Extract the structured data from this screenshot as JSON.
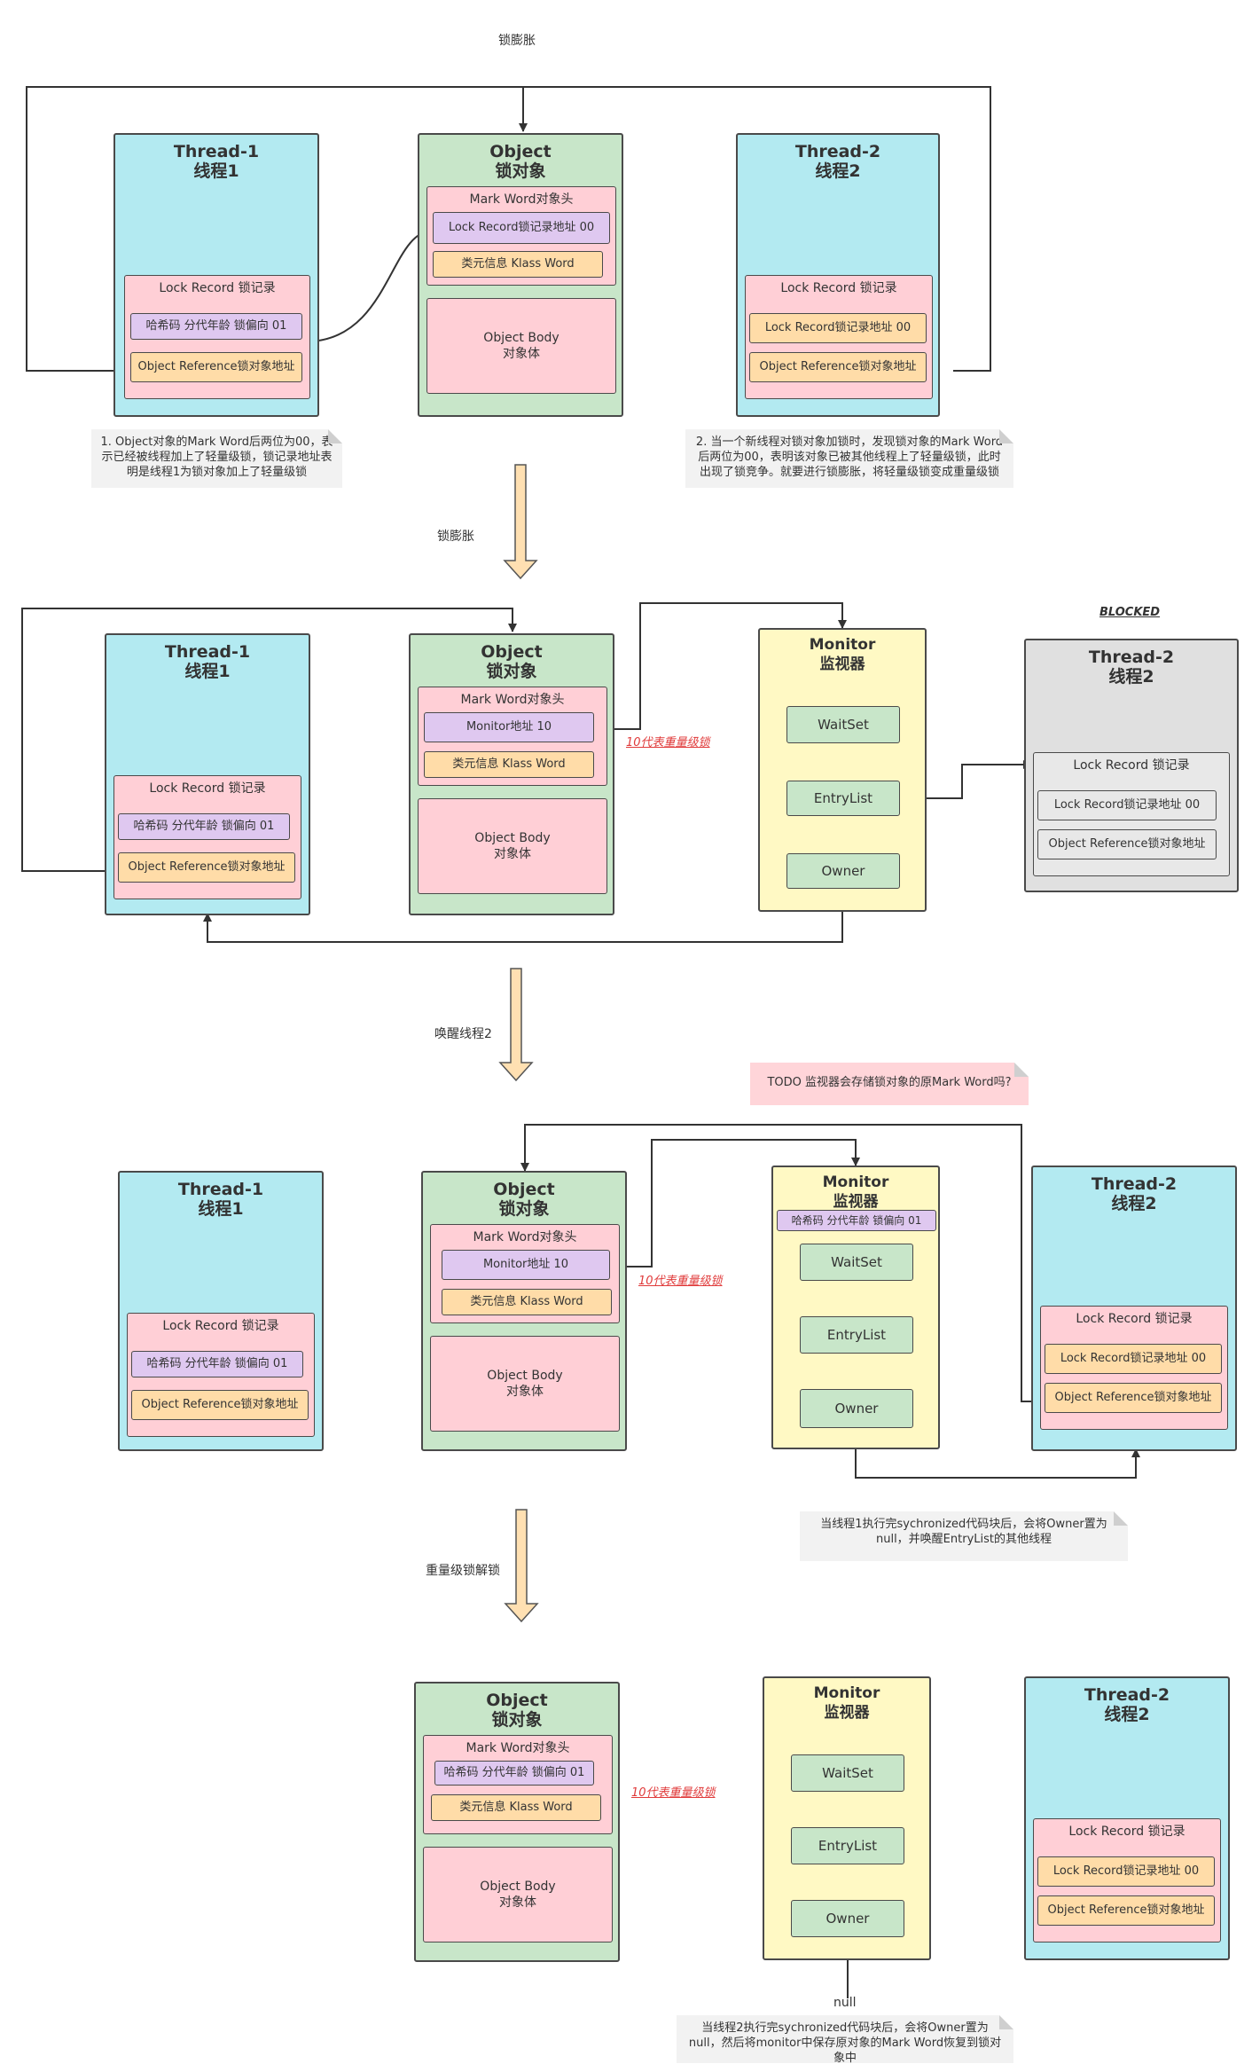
{
  "labels": {
    "top_title": "锁膨胀",
    "step1": "锁膨胀",
    "step2": "唤醒线程2",
    "step3": "重量级锁解锁",
    "heavy_lock": "10代表重量级锁",
    "blocked": "BLOCKED",
    "null_label": "null"
  },
  "thread1": {
    "title": "Thread-1",
    "subtitle": "线程1"
  },
  "thread2": {
    "title": "Thread-2",
    "subtitle": "线程2"
  },
  "object": {
    "title": "Object",
    "subtitle": "锁对象",
    "mark_word": "Mark Word对象头",
    "klass": "类元信息 Klass Word",
    "body1": "Object Body",
    "body2": "对象体"
  },
  "monitor": {
    "title": "Monitor",
    "subtitle": "监视器",
    "waitset": "WaitSet",
    "entrylist": "EntryList",
    "owner": "Owner"
  },
  "lock_record": {
    "title": "Lock Record 锁记录",
    "hash": "哈希码 分代年龄 锁偏向 01",
    "addr00": "Lock Record锁记录地址 00",
    "objref": "Object Reference锁对象地址",
    "monitor_addr": "Monitor地址 10"
  },
  "notes": {
    "n1": "1. Object对象的Mark Word后两位为00，表示已经被线程加上了轻量级锁，锁记录地址表明是线程1为锁对象加上了轻量级锁",
    "n2": "2. 当一个新线程对锁对象加锁时，发现锁对象的Mark Word后两位为00，表明该对象已被其他线程上了轻量级锁，此时出现了锁竞争。就要进行锁膨胀，将轻量级锁变成重量级锁",
    "todo": "TODO 监视器会存储锁对象的原Mark Word吗?",
    "n3": "当线程1执行完sychronized代码块后，会将Owner置为null，并唤醒EntryList的其他线程",
    "n4": "当线程2执行完sychronized代码块后，会将Owner置为null，然后将monitor中保存原对象的Mark Word恢复到锁对象中"
  },
  "colors": {
    "thread": "#b3eaf1",
    "object": "#c8e6c9",
    "monitor": "#fff9c4",
    "lock_record": "#ffcfd6",
    "purple": "#dfc8f0",
    "orange": "#ffdca8",
    "gray": "#e0e0e0",
    "arrow_fill": "#ffe0b2",
    "note_red": "#e03a3a"
  }
}
